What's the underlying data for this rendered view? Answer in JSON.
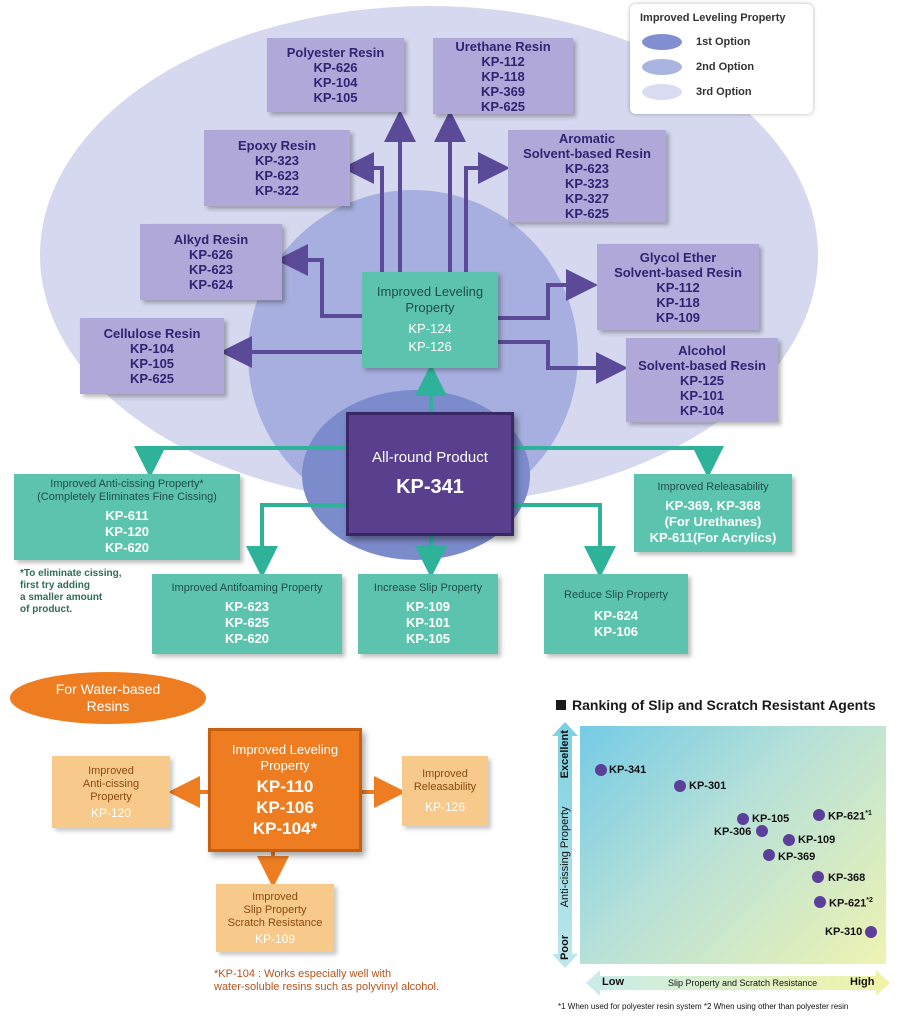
{
  "legend": {
    "title": "Improved Leveling Property",
    "items": [
      {
        "label": "1st Option",
        "color": "#7f8fcf"
      },
      {
        "label": "2nd Option",
        "color": "#a9b4e0"
      },
      {
        "label": "3rd Option",
        "color": "#d9dcf0"
      }
    ]
  },
  "resins": {
    "polyester": {
      "title": "Polyester Resin",
      "codes": [
        "KP-626",
        "KP-104",
        "KP-105"
      ]
    },
    "urethane": {
      "title": "Urethane Resin",
      "codes": [
        "KP-112",
        "KP-118",
        "KP-369",
        "KP-625"
      ]
    },
    "epoxy": {
      "title": "Epoxy Resin",
      "codes": [
        "KP-323",
        "KP-623",
        "KP-322"
      ]
    },
    "aromatic": {
      "title_lines": [
        "Aromatic",
        "Solvent-based Resin"
      ],
      "codes": [
        "KP-623",
        "KP-323",
        "KP-327",
        "KP-625"
      ]
    },
    "alkyd": {
      "title": "Alkyd Resin",
      "codes": [
        "KP-626",
        "KP-623",
        "KP-624"
      ]
    },
    "glycol": {
      "title_lines": [
        "Glycol Ether",
        "Solvent-based Resin"
      ],
      "codes": [
        "KP-112",
        "KP-118",
        "KP-109"
      ]
    },
    "cellulose": {
      "title": "Cellulose Resin",
      "codes": [
        "KP-104",
        "KP-105",
        "KP-625"
      ]
    },
    "alcohol": {
      "title_lines": [
        "Alcohol",
        "Solvent-based Resin"
      ],
      "codes": [
        "KP-125",
        "KP-101",
        "KP-104"
      ]
    }
  },
  "leveling": {
    "title_lines": [
      "Improved Leveling",
      "Property"
    ],
    "codes": [
      "KP-124",
      "KP-126"
    ]
  },
  "allround": {
    "title": "All-round Product",
    "code": "KP-341"
  },
  "anticissing": {
    "title_lines": [
      "Improved Anti-cissing Property*",
      "(Completely Eliminates Fine Cissing)"
    ],
    "codes": [
      "KP-611",
      "KP-120",
      "KP-620"
    ]
  },
  "releasability": {
    "title": "Improved Releasability",
    "codes": [
      "KP-369, KP-368",
      "(For Urethanes)",
      "KP-611(For Acrylics)"
    ]
  },
  "antifoaming": {
    "title": "Improved Antifoaming  Property",
    "codes": [
      "KP-623",
      "KP-625",
      "KP-620"
    ]
  },
  "increase_slip": {
    "title": "Increase Slip Property",
    "codes": [
      "KP-109",
      "KP-101",
      "KP-105"
    ]
  },
  "reduce_slip": {
    "title": "Reduce Slip Property",
    "codes": [
      "KP-624",
      "KP-106"
    ]
  },
  "cissing_note": [
    "*To eliminate cissing,",
    "first try adding",
    "a smaller amount",
    "of product."
  ],
  "water": {
    "badge_lines": [
      "For Water-based",
      "Resins"
    ],
    "center": {
      "title_lines": [
        "Improved Leveling",
        "Property"
      ],
      "codes": [
        "KP-110",
        "KP-106",
        "KP-104*"
      ]
    },
    "anticissing": {
      "title_lines": [
        "Improved",
        "Anti-cissing",
        "Property"
      ],
      "code": "KP-120"
    },
    "releasability": {
      "title_lines": [
        "Improved",
        "Releasability"
      ],
      "code": "KP-126"
    },
    "slip": {
      "title_lines": [
        "Improved",
        "Slip Property",
        "Scratch Resistance"
      ],
      "code": "KP-109"
    },
    "footnote_lines": [
      "*KP-104 : Works especially well with",
      "water-soluble resins such as polyvinyl alcohol."
    ]
  },
  "ranking": {
    "title": "Ranking of Slip and Scratch Resistant Agents",
    "y_axis": {
      "label": "Anti-cissing Property",
      "top": "Excellent",
      "bottom": "Poor"
    },
    "x_axis": {
      "label": "Slip Property and Scratch Resistance",
      "left": "Low",
      "right": "High"
    },
    "footnote": "*1 When used for polyester resin system  *2 When using other than polyester resin",
    "points": [
      {
        "name": "KP-341"
      },
      {
        "name": "KP-301"
      },
      {
        "name": "KP-105"
      },
      {
        "name": "KP-306"
      },
      {
        "name": "KP-621",
        "sup": "*1"
      },
      {
        "name": "KP-109"
      },
      {
        "name": "KP-369"
      },
      {
        "name": "KP-368"
      },
      {
        "name": "KP-621",
        "sup": "*2"
      },
      {
        "name": "KP-310"
      }
    ]
  }
}
